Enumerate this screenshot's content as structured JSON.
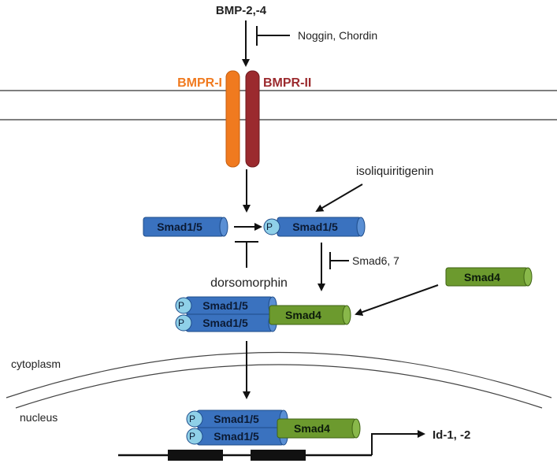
{
  "ligand": "BMP-2,-4",
  "ligand_inhibitors": "Noggin, Chordin",
  "receptor_1": "BMPR-I",
  "receptor_2": "BMPR-II",
  "isoliquiritigenin": "isoliquiritigenin",
  "smad15": "Smad1/5",
  "smad4": "Smad4",
  "phospho": "P",
  "dorsomorphin": "dorsomorphin",
  "smad67": "Smad6, 7",
  "cytoplasm": "cytoplasm",
  "nucleus": "nucleus",
  "target_genes": "Id-1, -2",
  "colors": {
    "smad15": "#3a72bf",
    "smad4": "#6c9a2e",
    "phospho": "#8fd0e8",
    "bmpr1": "#f07a1f",
    "bmpr2": "#9b2a2e"
  }
}
